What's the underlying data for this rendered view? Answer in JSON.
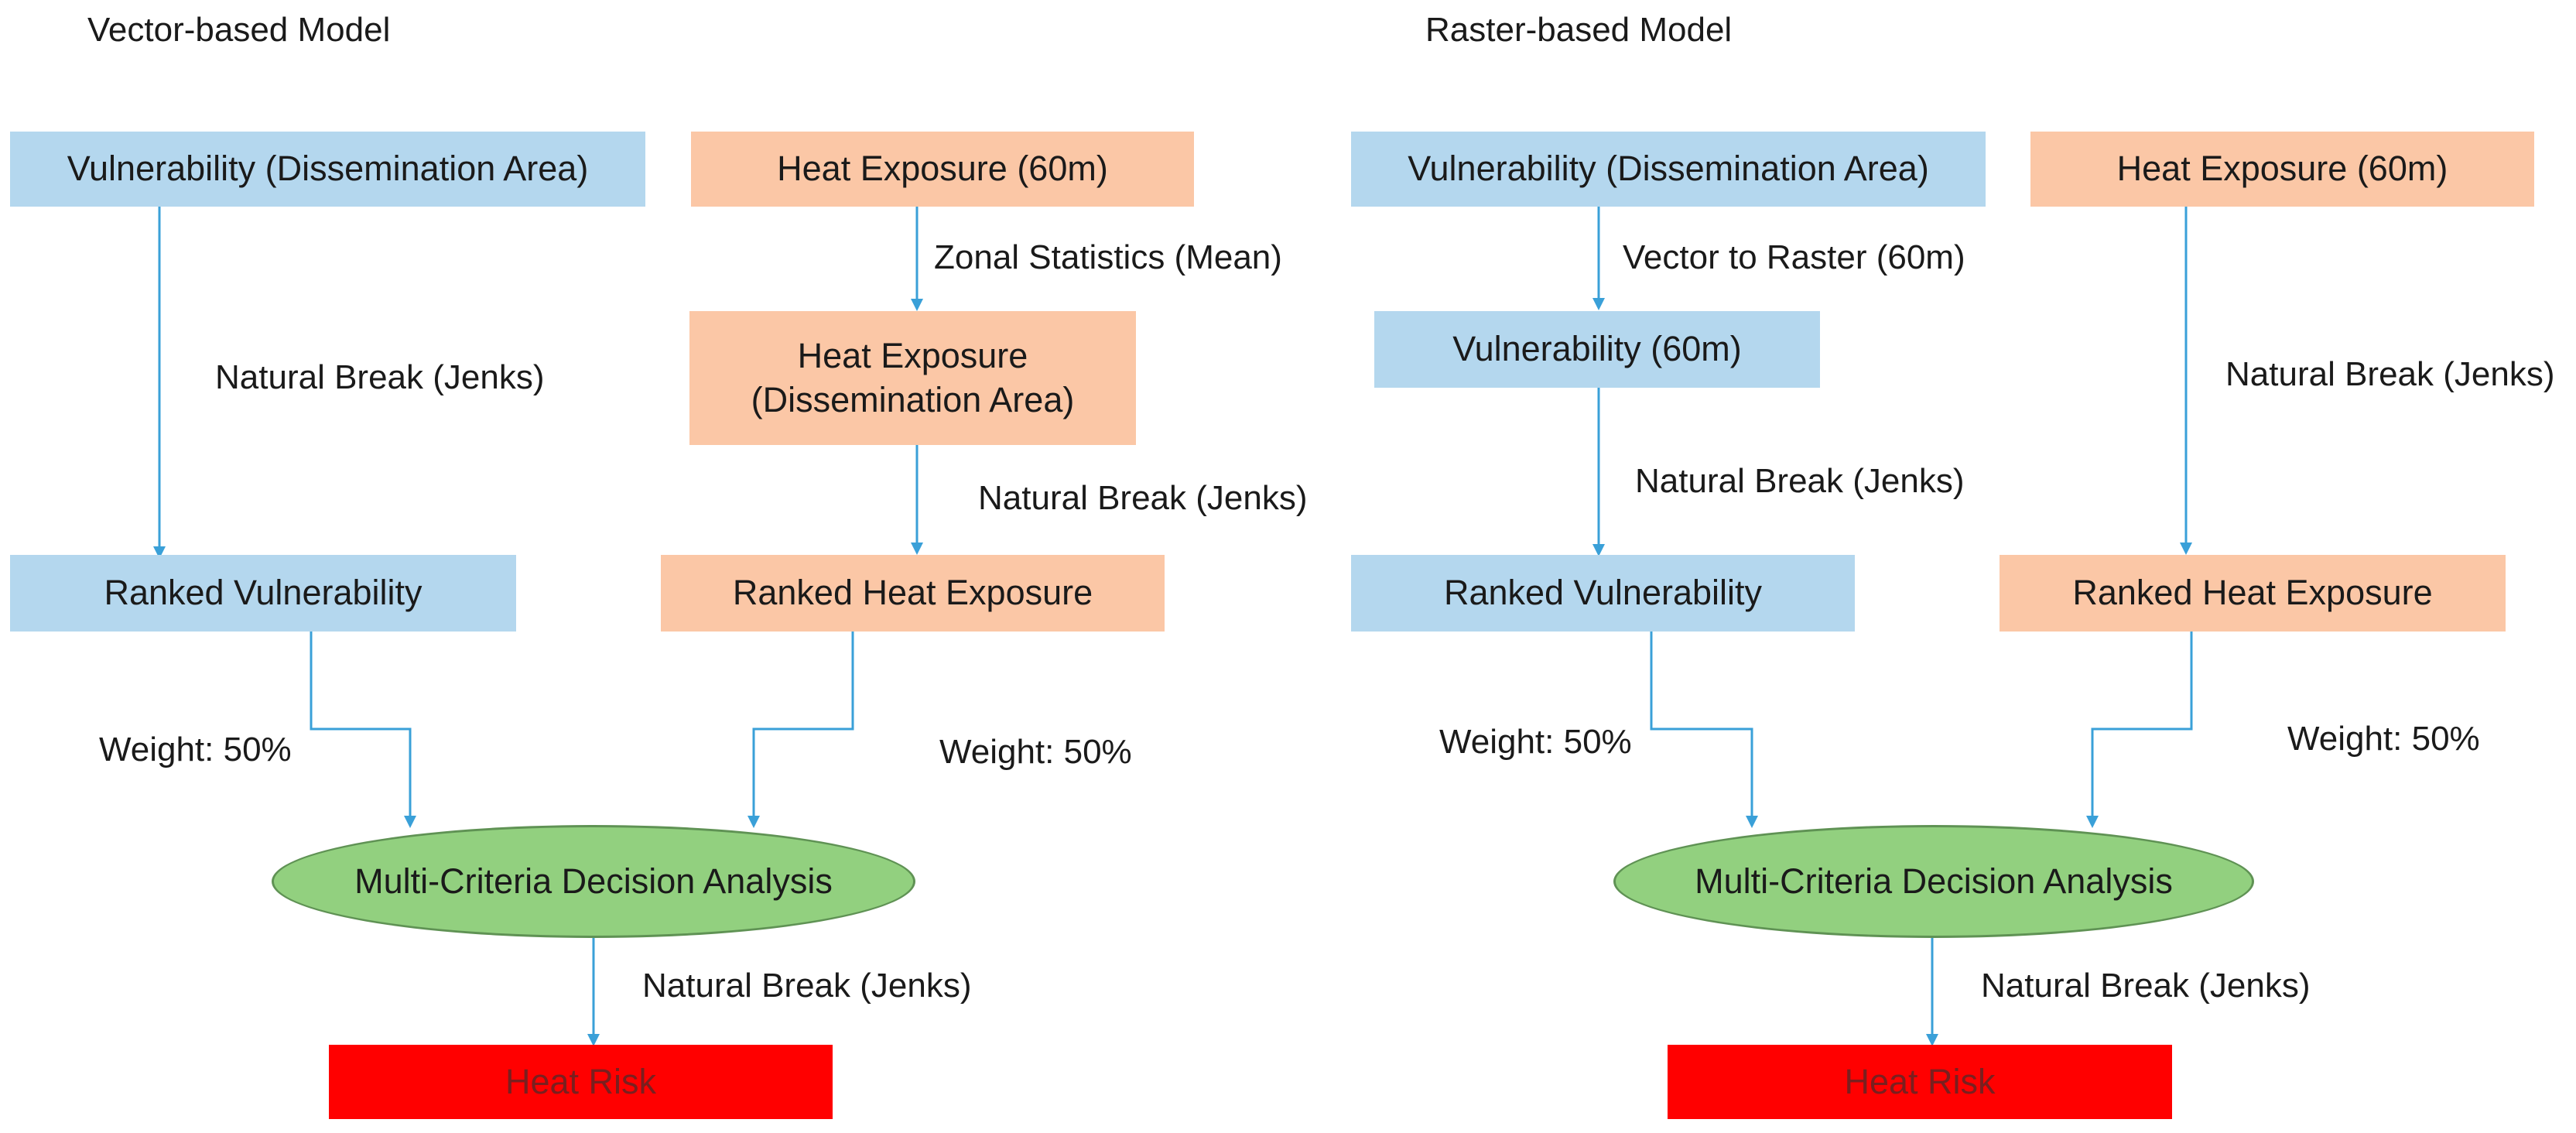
{
  "vector_model": {
    "title": "Vector-based Model",
    "vulnerability_da": "Vulnerability (Dissemination Area)",
    "heat_exposure_60m": "Heat Exposure (60m)",
    "zonal_statistics": "Zonal Statistics (Mean)",
    "heat_exposure_da_line1": "Heat Exposure",
    "heat_exposure_da_line2": "(Dissemination Area)",
    "natural_break_left": "Natural Break (Jenks)",
    "natural_break_right": "Natural Break (Jenks)",
    "ranked_vulnerability": "Ranked Vulnerability",
    "ranked_heat_exposure": "Ranked Heat Exposure",
    "weight_left": "Weight: 50%",
    "weight_right": "Weight: 50%",
    "mcda": "Multi-Criteria Decision Analysis",
    "natural_break_bottom": "Natural Break (Jenks)",
    "heat_risk": "Heat Risk"
  },
  "raster_model": {
    "title": "Raster-based Model",
    "vulnerability_da": "Vulnerability (Dissemination Area)",
    "heat_exposure_60m": "Heat Exposure (60m)",
    "vector_to_raster": "Vector to Raster (60m)",
    "vulnerability_60m": "Vulnerability (60m)",
    "natural_break_left": "Natural Break (Jenks)",
    "natural_break_right": "Natural Break (Jenks)",
    "ranked_vulnerability": "Ranked Vulnerability",
    "ranked_heat_exposure": "Ranked Heat Exposure",
    "weight_left": "Weight: 50%",
    "weight_right": "Weight: 50%",
    "mcda": "Multi-Criteria Decision Analysis",
    "natural_break_bottom": "Natural Break (Jenks)",
    "heat_risk": "Heat Risk"
  },
  "colors": {
    "vulnerability_fill": "#b4d7ee",
    "exposure_fill": "#fbc7a6",
    "mcda_fill": "#92d07f",
    "risk_fill": "#ff0000",
    "connector": "#3aa0d8"
  }
}
